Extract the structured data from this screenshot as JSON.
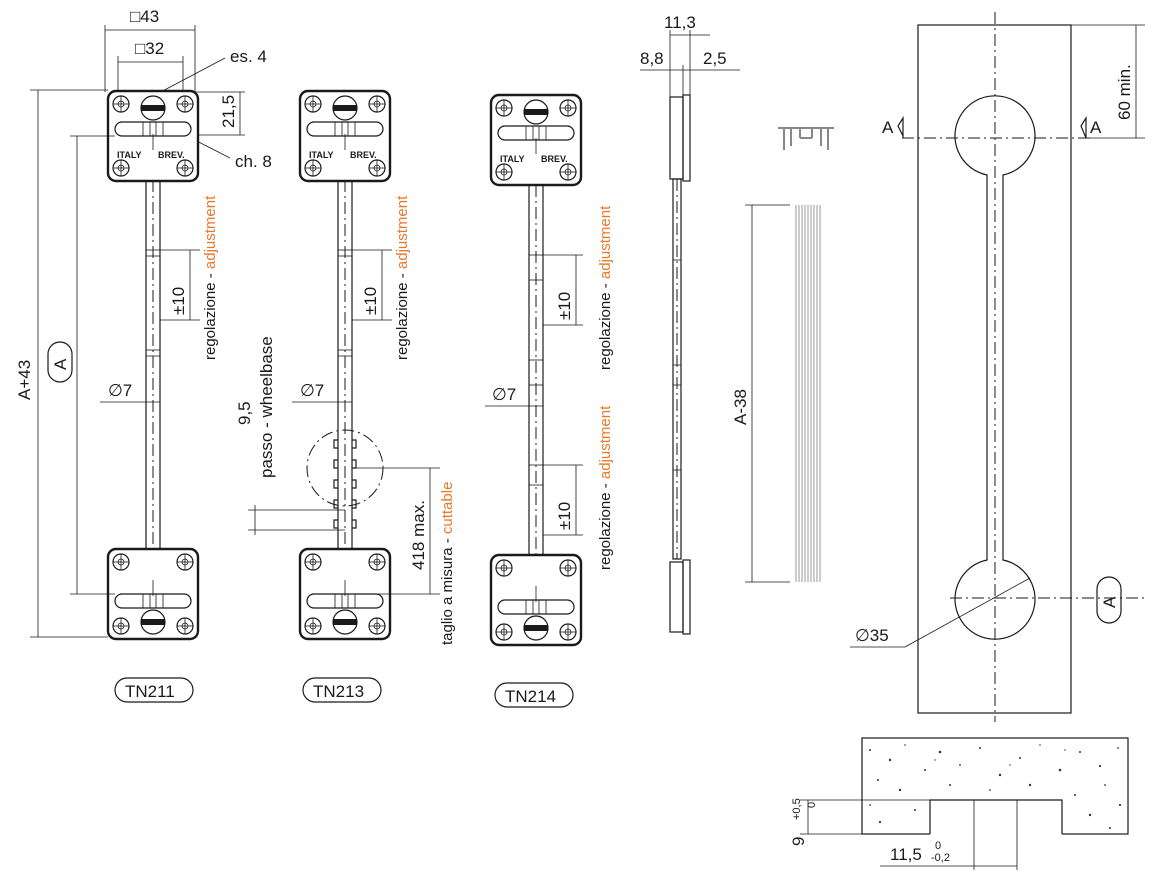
{
  "labels": {
    "sq43": "□43",
    "sq32": "□32",
    "es4": "es. 4",
    "d215": "21,5",
    "ch8": "ch. 8",
    "a43": "A+43",
    "a": "A",
    "phi7": "∅7",
    "pm10": "±10",
    "reg_it": "regolazione - ",
    "reg_en": "adjustment",
    "wheel_num": "9,5",
    "wheel_txt": "passo - wheelbase",
    "max418": "418 max.",
    "cut_it": "taglio a misura - ",
    "cut_en": "cuttable",
    "d113": "11,3",
    "d88": "8,8",
    "d25": "2,5",
    "a38": "A-38",
    "a_sec": "A",
    "min60": "60 min.",
    "phi35": "∅35",
    "nine": "9",
    "tol_up": "+0,5",
    "tol_lo": "0",
    "d115": "11,5",
    "tol2_up": "0",
    "tol2_lo": "-0,2",
    "italy": "ITALY",
    "brev": "BREV."
  },
  "models": [
    "TN211",
    "TN213",
    "TN214"
  ],
  "colors": {
    "accent": "#e8792a",
    "ink": "#1a1a1a"
  }
}
